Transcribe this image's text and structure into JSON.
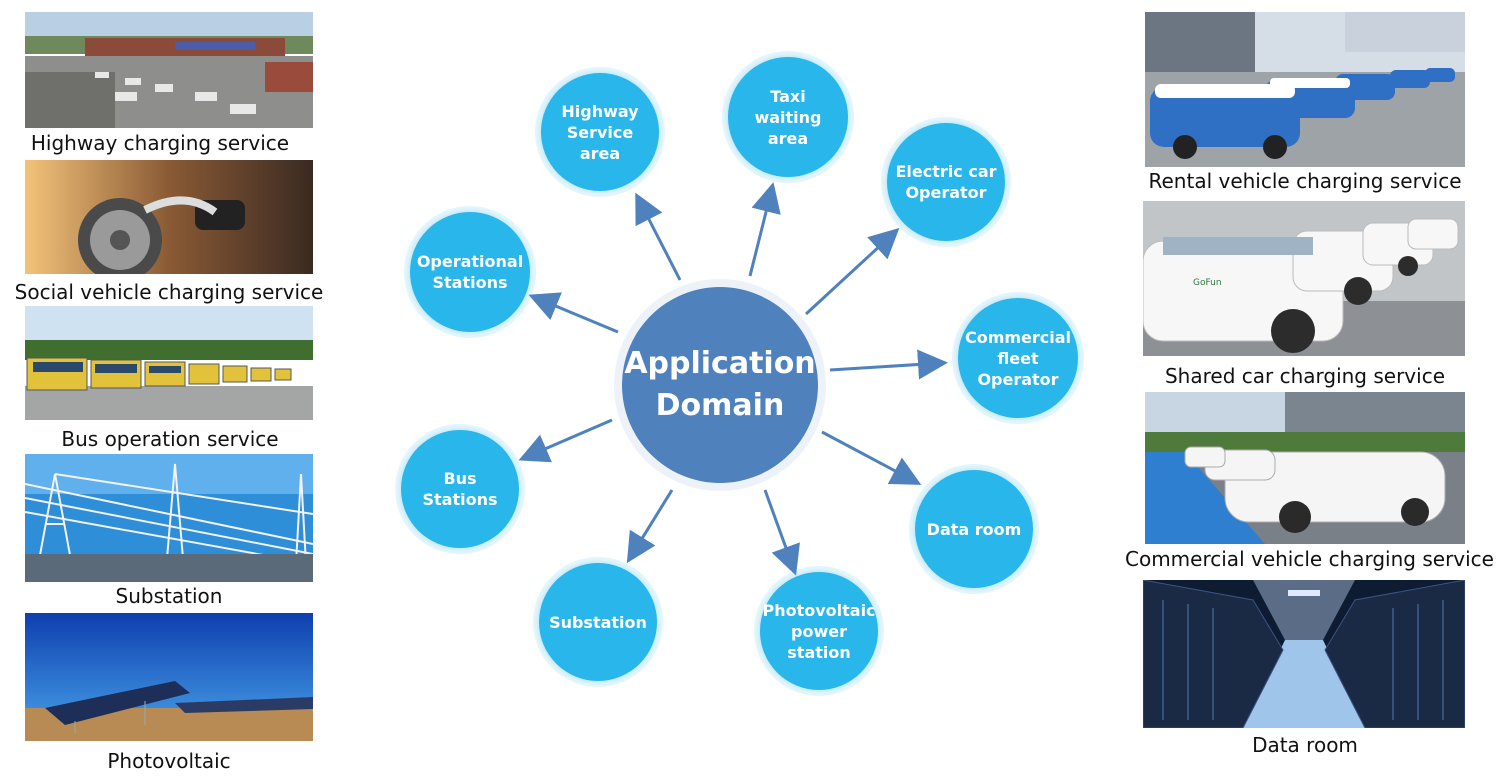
{
  "hub": {
    "line1": "Application",
    "line2": "Domain",
    "color": "#4f81bd"
  },
  "satellite_color": "#29b6ea",
  "arrow_color": "#4f81bd",
  "satellites": [
    {
      "id": "highway-service-area",
      "label": "Highway Service area"
    },
    {
      "id": "taxi-waiting-area",
      "label": "Taxi waiting area"
    },
    {
      "id": "electric-car-operator",
      "label": "Electric car Operator"
    },
    {
      "id": "operational-stations",
      "label": "Operational Stations"
    },
    {
      "id": "commercial-fleet-operator",
      "label": "Commercial fleet Operator"
    },
    {
      "id": "bus-stations",
      "label": "Bus Stations"
    },
    {
      "id": "data-room",
      "label": "Data room"
    },
    {
      "id": "substation",
      "label": "Substation"
    },
    {
      "id": "photovoltaic-power-station",
      "label": "Photovoltaic power station"
    }
  ],
  "left_photos": [
    {
      "caption": "Highway charging service"
    },
    {
      "caption": "Social vehicle charging service"
    },
    {
      "caption": "Bus operation service"
    },
    {
      "caption": "Substation"
    },
    {
      "caption": "Photovoltaic"
    }
  ],
  "right_photos": [
    {
      "caption": "Rental vehicle charging service"
    },
    {
      "caption": "Shared car charging service"
    },
    {
      "caption": "Commercial vehicle charging service"
    },
    {
      "caption": "Data room"
    }
  ]
}
